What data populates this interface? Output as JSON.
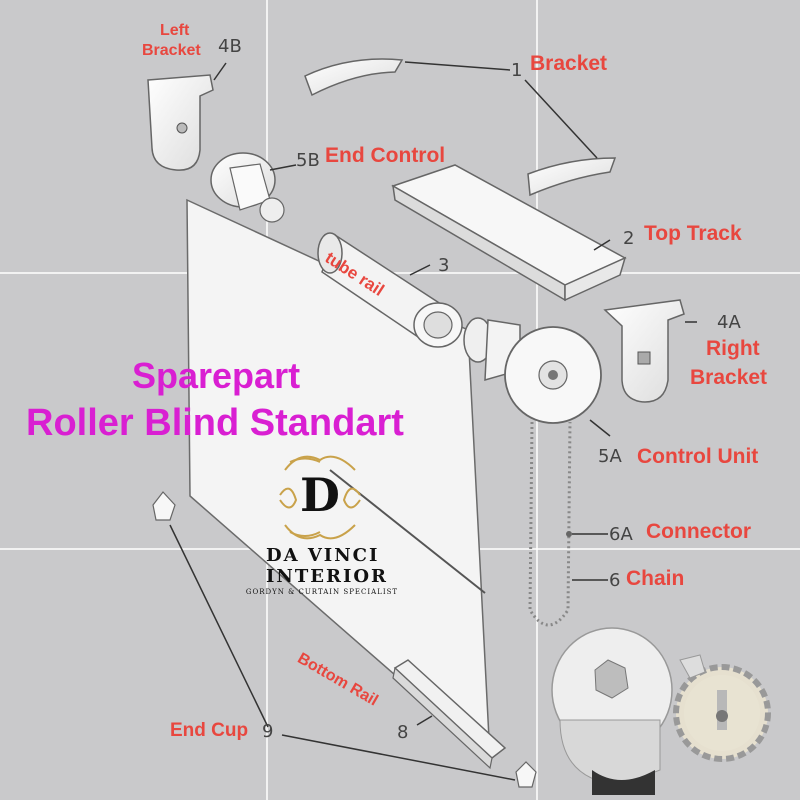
{
  "title": {
    "line1": "Sparepart",
    "line2": "Roller Blind Standart"
  },
  "brand": {
    "letter": "D",
    "name_line1": "DA VINCI",
    "name_line2": "INTERIOR",
    "tagline": "GORDYN & CURTAIN SPECIALIST"
  },
  "parts": [
    {
      "id": "1",
      "label": "Bracket"
    },
    {
      "id": "2",
      "label": "Top Track"
    },
    {
      "id": "3",
      "label": "tube rail"
    },
    {
      "id": "4A",
      "label": "Right Bracket"
    },
    {
      "id": "4B",
      "label": "Left Bracket"
    },
    {
      "id": "5A",
      "label": "Control Unit"
    },
    {
      "id": "5B",
      "label": "End Control"
    },
    {
      "id": "6A",
      "label": "Connector"
    },
    {
      "id": "6",
      "label": "Chain"
    },
    {
      "id": "8",
      "label": "Bottom Rail"
    },
    {
      "id": "9",
      "label": "End Cup"
    }
  ],
  "label_text": {
    "bracket": "Bracket",
    "top_track": "Top Track",
    "tube_rail": "tube rail",
    "right_bracket_1": "Right",
    "right_bracket_2": "Bracket",
    "left_bracket_1": "Left",
    "left_bracket_2": "Bracket",
    "control_unit": "Control Unit",
    "end_control": "End Control",
    "connector": "Connector",
    "chain": "Chain",
    "bottom_rail": "Bottom Rail",
    "end_cup": "End Cup"
  },
  "numbers": {
    "n1": "1",
    "n2": "2",
    "n3": "3",
    "n4a": "4A",
    "n4b": "4B",
    "n5a": "5A",
    "n5b": "5B",
    "n6a": "6A",
    "n6": "6",
    "n8": "8",
    "n9": "9"
  },
  "colors": {
    "background": "#c9c9cb",
    "label_red": "#e8473f",
    "title_magenta": "#d91fd2",
    "brand_gold": "#c9a24a"
  }
}
